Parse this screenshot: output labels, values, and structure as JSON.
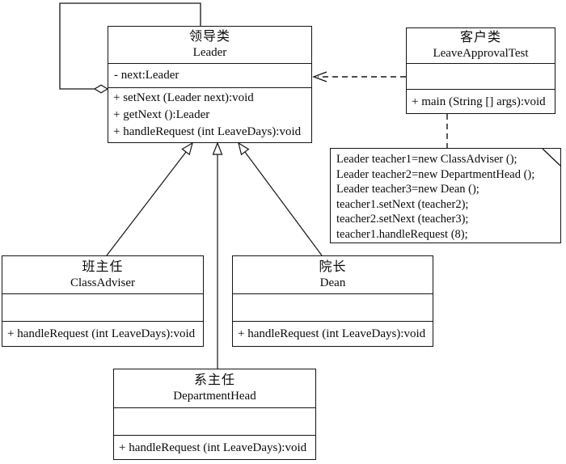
{
  "diagram_type": "uml-class-diagram",
  "colors": {
    "line": "#141414",
    "background": "#ffffff",
    "text": "#0a0a0a"
  },
  "classes": [
    {
      "name_zh": "领导类",
      "name_en": "Leader",
      "attributes": [
        "- next:Leader"
      ],
      "methods": [
        "+ setNext (Leader next):void",
        "+ getNext ():Leader",
        "+ handleRequest (int LeaveDays):void"
      ]
    },
    {
      "name_zh": "客户类",
      "name_en": "LeaveApprovalTest",
      "attributes": [],
      "methods": [
        "+ main (String [] args):void"
      ]
    },
    {
      "name_zh": "班主任",
      "name_en": "ClassAdviser",
      "attributes": [],
      "methods": [
        "+ handleRequest (int LeaveDays):void"
      ]
    },
    {
      "name_zh": "院长",
      "name_en": "Dean",
      "attributes": [],
      "methods": [
        "+ handleRequest (int LeaveDays):void"
      ]
    },
    {
      "name_zh": "系主任",
      "name_en": "DepartmentHead",
      "attributes": [],
      "methods": [
        "+ handleRequest (int LeaveDays):void"
      ]
    }
  ],
  "note": {
    "lines": [
      "Leader teacher1=new ClassAdviser ();",
      "Leader teacher2=new DepartmentHead ();",
      "Leader teacher3=new Dean ();",
      "teacher1.setNext (teacher2);",
      "teacher2.setNext (teacher3);",
      "teacher1.handleRequest (8);"
    ]
  },
  "relationships": [
    {
      "type": "aggregation-self-association",
      "from": "Leader",
      "to": "Leader"
    },
    {
      "type": "dependency-dashed",
      "from": "LeaveApprovalTest",
      "to": "Leader"
    },
    {
      "type": "generalization",
      "from": "ClassAdviser",
      "to": "Leader"
    },
    {
      "type": "generalization",
      "from": "DepartmentHead",
      "to": "Leader"
    },
    {
      "type": "generalization",
      "from": "Dean",
      "to": "Leader"
    },
    {
      "type": "note-anchor-dashed",
      "from": "code-note",
      "to": "LeaveApprovalTest"
    }
  ]
}
